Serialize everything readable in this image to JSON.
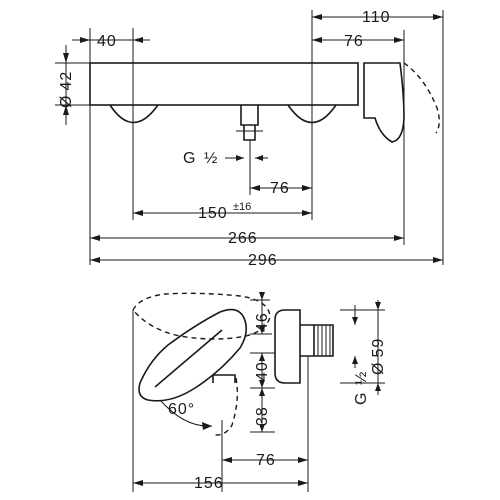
{
  "top_view": {
    "dim_110": "110",
    "dim_40": "40",
    "dim_76_top": "76",
    "dim_42": "42",
    "dim_42_prefix": "Ø",
    "thread_g": "G",
    "thread_half": "½",
    "dim_76_mid": "76",
    "dim_150": "150",
    "dim_150_tol": "±16",
    "dim_266": "266",
    "dim_296": "296"
  },
  "side_view": {
    "dim_46": "46",
    "dim_40": "40",
    "dim_38": "38",
    "dim_59": "59",
    "dim_59_prefix": "Ø",
    "thread_g": "G",
    "thread_half": "½",
    "angle_60": "60°",
    "dim_76": "76",
    "dim_156": "156"
  }
}
